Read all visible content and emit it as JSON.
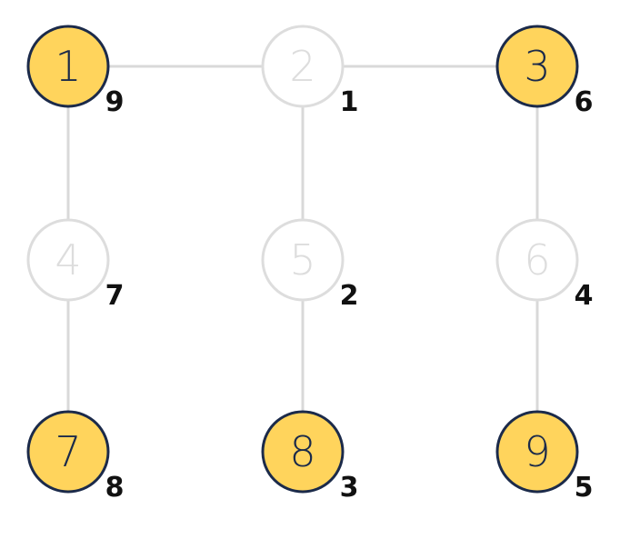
{
  "colors": {
    "selected_fill": "#FFD45C",
    "selected_stroke": "#1B2A4A",
    "selected_text": "#1B2A4A",
    "unselected_fill": "#FFFFFF",
    "unselected_stroke": "#DDDDDD",
    "unselected_text": "#DDDDDD",
    "edge": "#D9D9D9"
  },
  "graph": {
    "nodes": [
      {
        "id": "1",
        "label": "1",
        "weight": "9",
        "selected": true,
        "row": 0,
        "col": 0
      },
      {
        "id": "2",
        "label": "2",
        "weight": "1",
        "selected": false,
        "row": 0,
        "col": 1
      },
      {
        "id": "3",
        "label": "3",
        "weight": "6",
        "selected": true,
        "row": 0,
        "col": 2
      },
      {
        "id": "4",
        "label": "4",
        "weight": "7",
        "selected": false,
        "row": 1,
        "col": 0
      },
      {
        "id": "5",
        "label": "5",
        "weight": "2",
        "selected": false,
        "row": 1,
        "col": 1
      },
      {
        "id": "6",
        "label": "6",
        "weight": "4",
        "selected": false,
        "row": 1,
        "col": 2
      },
      {
        "id": "7",
        "label": "7",
        "weight": "8",
        "selected": true,
        "row": 2,
        "col": 0
      },
      {
        "id": "8",
        "label": "8",
        "weight": "3",
        "selected": true,
        "row": 2,
        "col": 1
      },
      {
        "id": "9",
        "label": "9",
        "weight": "5",
        "selected": true,
        "row": 2,
        "col": 2
      }
    ],
    "edges": [
      [
        "1",
        "2"
      ],
      [
        "2",
        "3"
      ],
      [
        "1",
        "4"
      ],
      [
        "2",
        "5"
      ],
      [
        "3",
        "6"
      ],
      [
        "4",
        "7"
      ],
      [
        "5",
        "8"
      ],
      [
        "6",
        "9"
      ]
    ]
  }
}
